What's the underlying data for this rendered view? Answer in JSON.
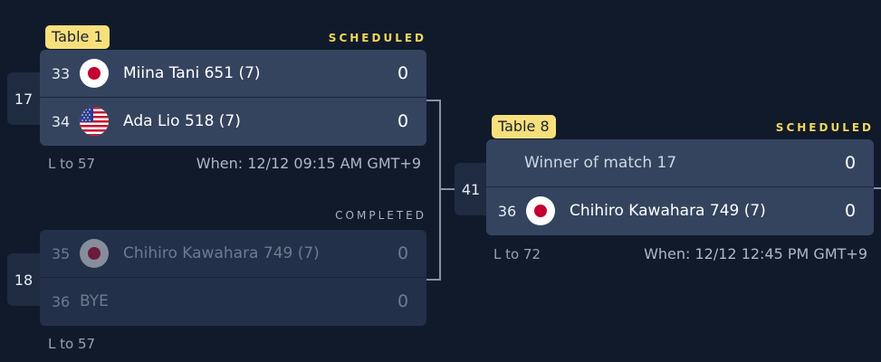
{
  "matches": [
    {
      "number": "17",
      "table": "Table 1",
      "status": "SCHEDULED",
      "players": [
        {
          "seed": "33",
          "flag": "jp",
          "name": "Miina Tani 651 (7)",
          "score": "0"
        },
        {
          "seed": "34",
          "flag": "us",
          "name": "Ada Lio 518 (7)",
          "score": "0"
        }
      ],
      "loss": "L to 57",
      "when": "When: 12/12 09:15 AM GMT+9"
    },
    {
      "number": "18",
      "status": "COMPLETED",
      "players": [
        {
          "seed": "35",
          "flag": "jp",
          "name": "Chihiro Kawahara 749 (7)",
          "score": "0"
        },
        {
          "seed": "36",
          "name": "BYE",
          "score": "0"
        }
      ],
      "loss": "L to 57"
    },
    {
      "number": "41",
      "table": "Table 8",
      "status": "SCHEDULED",
      "players": [
        {
          "placeholder": "Winner of match 17",
          "score": "0"
        },
        {
          "seed": "36",
          "flag": "jp",
          "name": "Chihiro Kawahara 749 (7)",
          "score": "0"
        }
      ],
      "loss": "L to 72",
      "when": "When: 12/12 12:45 PM GMT+9"
    }
  ],
  "colors": {
    "background": "#111a2b",
    "card": "#34445f",
    "card_completed": "#23304a",
    "table_tag": "#f7e07c",
    "scheduled": "#f0d75a",
    "connector": "#8793a6"
  }
}
